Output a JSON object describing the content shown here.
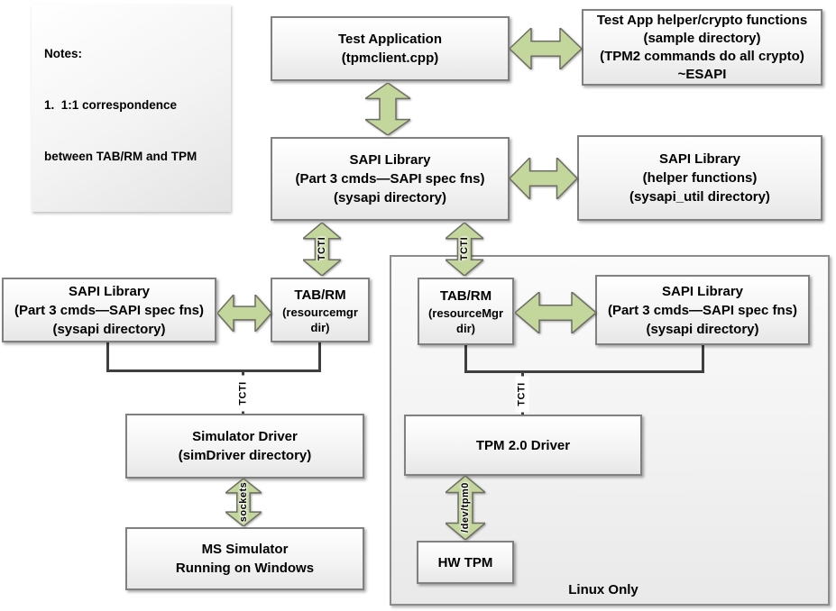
{
  "notes": {
    "title": "Notes:",
    "line1": "1.  1:1 correspondence",
    "line2": "between TAB/RM and TPM"
  },
  "nodes": {
    "test_app": {
      "lines": [
        "Test Application",
        "(tpmclient.cpp)"
      ]
    },
    "helper_crypto": {
      "lines": [
        "Test App helper/crypto functions",
        "(sample directory)",
        "(TPM2 commands do all crypto)",
        "~ESAPI"
      ]
    },
    "sapi_main": {
      "lines": [
        "SAPI Library",
        "(Part 3 cmds—SAPI spec fns)",
        "(sysapi directory)"
      ]
    },
    "sapi_helper": {
      "lines": [
        "SAPI Library",
        "(helper functions)",
        "(sysapi_util directory)"
      ]
    },
    "sapi_left": {
      "lines": [
        "SAPI Library",
        "(Part 3 cmds—SAPI spec fns)",
        "(sysapi directory)"
      ]
    },
    "tabrm_left": {
      "lines": [
        "TAB/RM",
        "(resourcemgr",
        "dir)"
      ]
    },
    "tabrm_right": {
      "lines": [
        "TAB/RM",
        "(resourceMgr",
        "dir)"
      ]
    },
    "sapi_right": {
      "lines": [
        "SAPI Library",
        "(Part 3 cmds—SAPI spec fns)",
        "(sysapi directory)"
      ]
    },
    "sim_driver": {
      "lines": [
        "Simulator Driver",
        "(simDriver directory)"
      ]
    },
    "ms_simulator": {
      "lines": [
        "MS Simulator",
        "Running on Windows"
      ]
    },
    "tpm_driver": {
      "lines": [
        "TPM 2.0 Driver"
      ]
    },
    "hw_tpm": {
      "lines": [
        "HW TPM"
      ]
    }
  },
  "labels": {
    "tcti": "TCTI",
    "sockets": "sockets",
    "dev_tpm0": "/dev/tpm0",
    "linux_only": "Linux Only"
  },
  "colors": {
    "arrow_fill": "#c3d69b",
    "arrow_stroke": "#6e6e64",
    "connector_line": "#3f3f3f",
    "box_border": "#808080"
  }
}
